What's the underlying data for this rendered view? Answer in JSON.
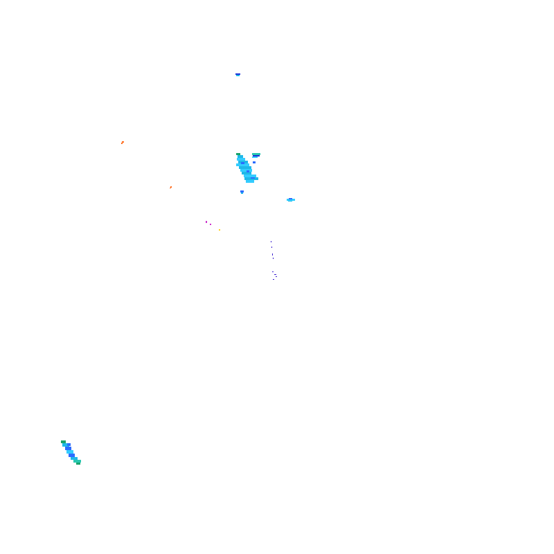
{
  "layer": {
    "type": "precipitation-radar-overlay",
    "background": "transparent",
    "palette": {
      "light": "#33ccff",
      "light_cyan": "#1fb8e8",
      "moderate": "#2b6cff",
      "dark_blue": "#1c2fd6",
      "green": "#1aa36b",
      "teal": "#28c7b0",
      "orange": "#ff6a1a",
      "yellow": "#ffd21a",
      "magenta": "#cc33cc",
      "violet": "#3a1fd0"
    },
    "echoes": [
      {
        "name": "echo-cluster-central",
        "intensity": "light-moderate"
      },
      {
        "name": "echo-cluster-southwest",
        "intensity": "light-moderate"
      },
      {
        "name": "echo-north",
        "intensity": "moderate"
      },
      {
        "name": "echo-east",
        "intensity": "light"
      },
      {
        "name": "echo-west-orange-1",
        "intensity": "heavy"
      },
      {
        "name": "echo-west-orange-2",
        "intensity": "heavy"
      },
      {
        "name": "echo-sparse-points",
        "intensity": "mixed"
      }
    ]
  }
}
